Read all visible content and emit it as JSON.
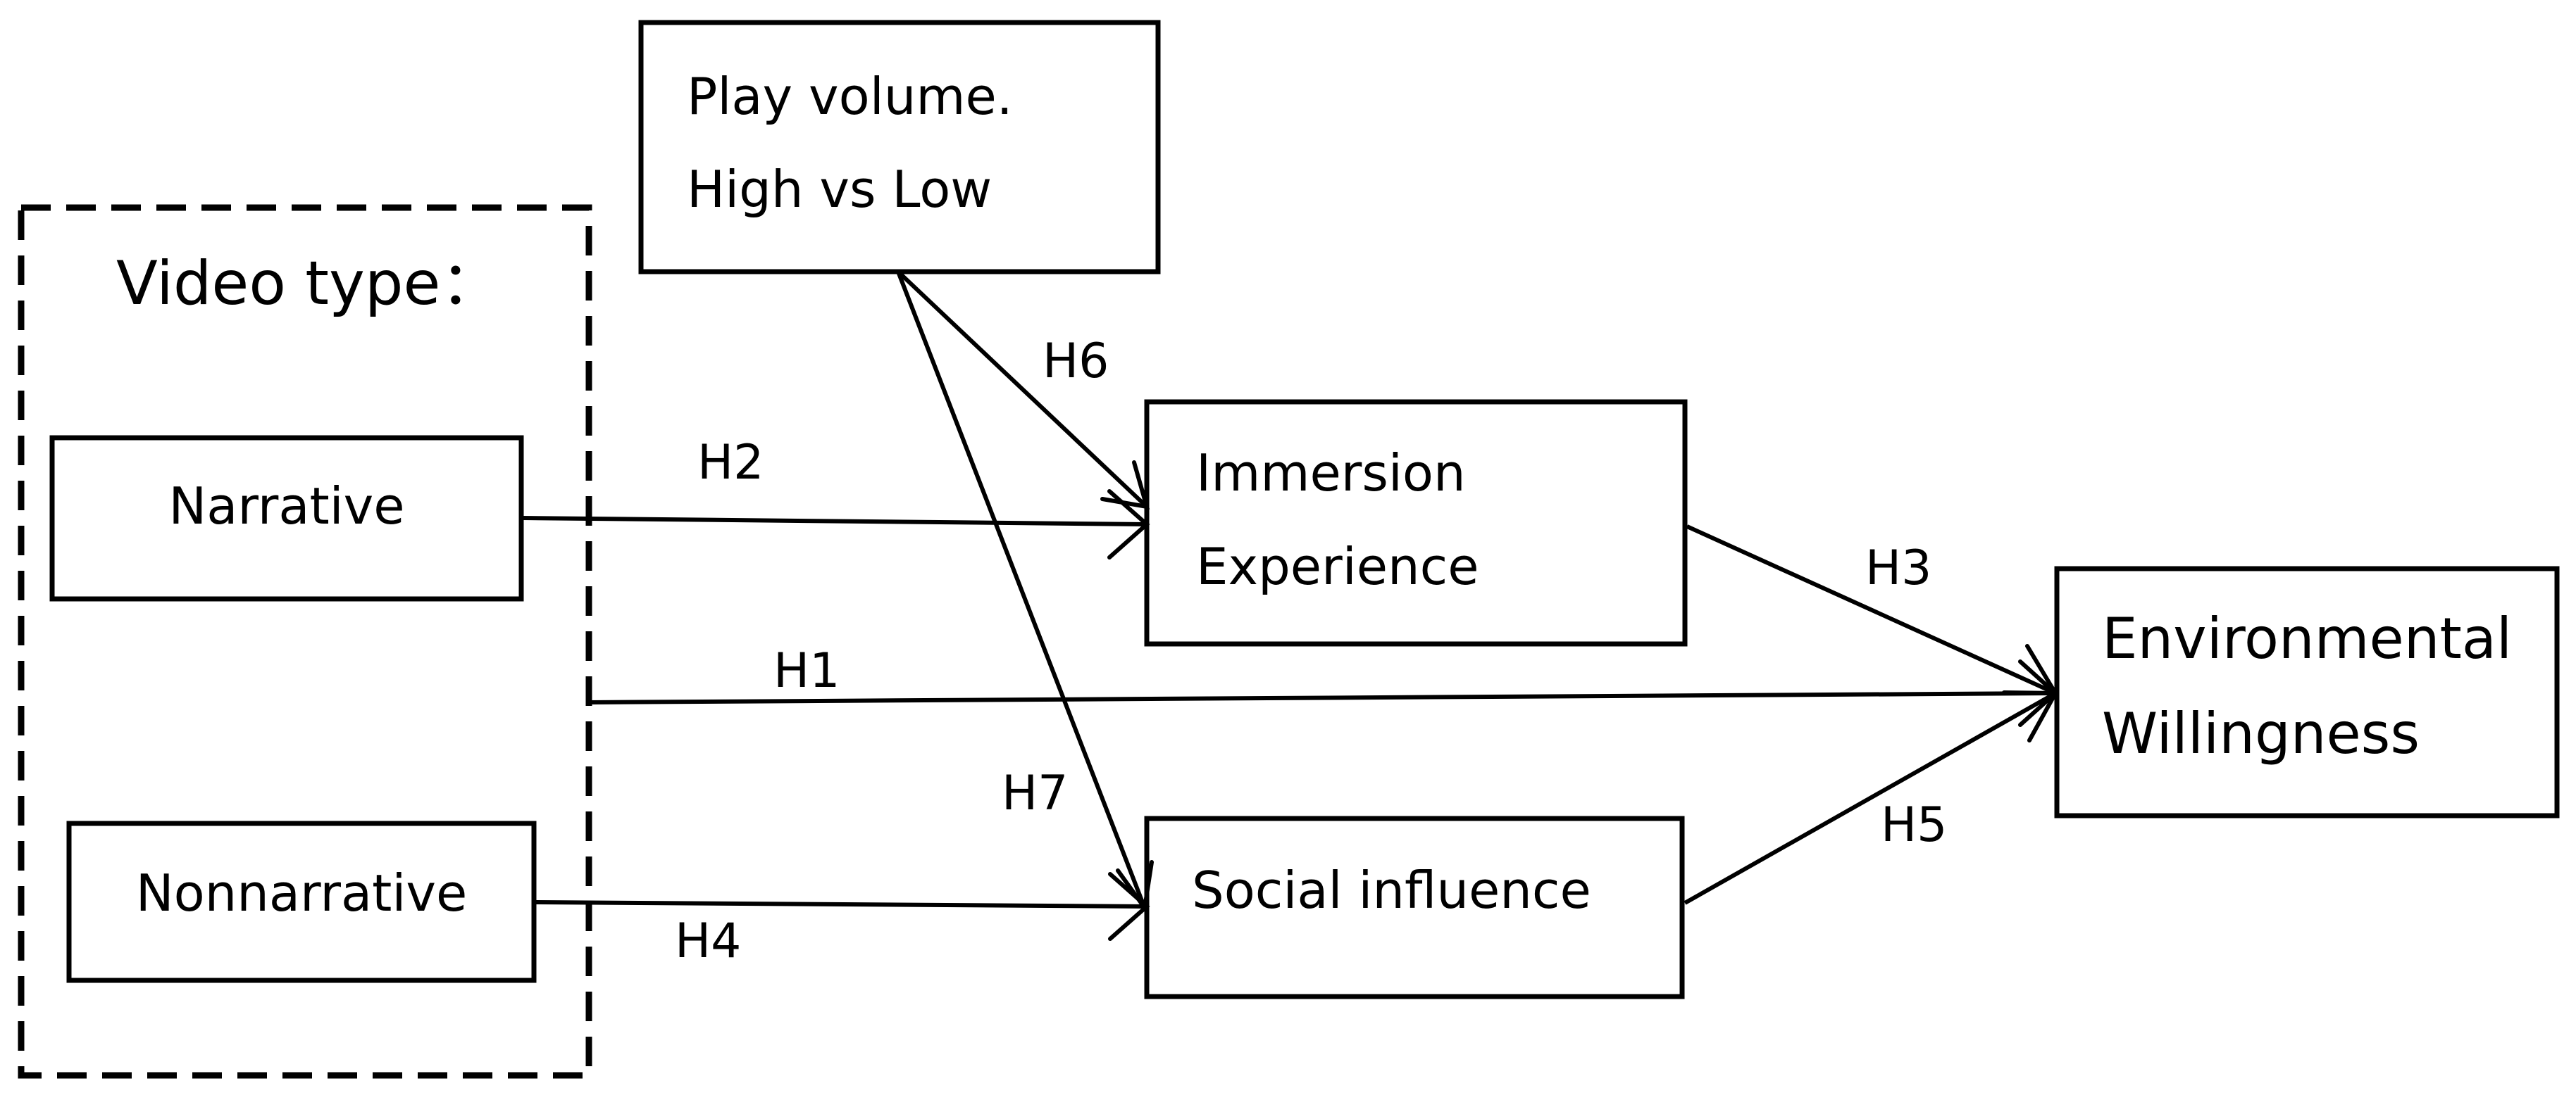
{
  "group": {
    "title": "Video type："
  },
  "nodes": {
    "play_volume": {
      "lines": [
        "Play volume.",
        "High vs Low"
      ]
    },
    "narrative": {
      "label": "Narrative"
    },
    "nonnarrative": {
      "label": "Nonnarrative"
    },
    "immersion": {
      "lines": [
        "Immersion",
        "Experience"
      ]
    },
    "social": {
      "label": "Social influence"
    },
    "environmental": {
      "lines": [
        "Environmental",
        "Willingness"
      ]
    }
  },
  "hypotheses": {
    "h1": "H1",
    "h2": "H2",
    "h3": "H3",
    "h4": "H4",
    "h5": "H5",
    "h6": "H6",
    "h7": "H7"
  },
  "edges": [
    {
      "from": "narrative",
      "to": "immersion",
      "label": "H2"
    },
    {
      "from": "video_type",
      "to": "environmental",
      "label": "H1"
    },
    {
      "from": "nonnarrative",
      "to": "social",
      "label": "H4"
    },
    {
      "from": "immersion",
      "to": "environmental",
      "label": "H3"
    },
    {
      "from": "social",
      "to": "environmental",
      "label": "H5"
    },
    {
      "from": "play_volume",
      "to": "immersion",
      "label": "H6"
    },
    {
      "from": "play_volume",
      "to": "social",
      "label": "H7"
    }
  ]
}
